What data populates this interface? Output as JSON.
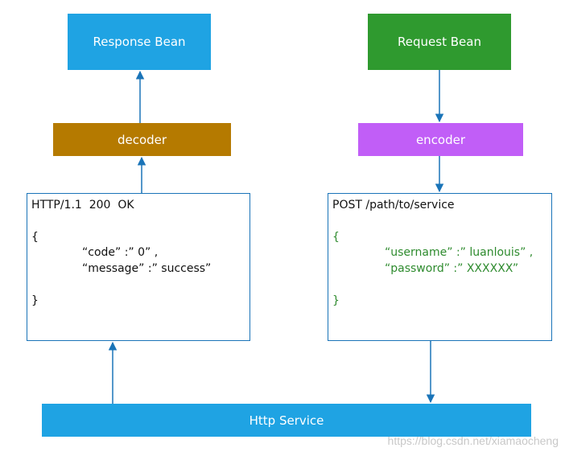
{
  "nodes": {
    "response_bean": "Response Bean",
    "request_bean": "Request Bean",
    "decoder": "decoder",
    "encoder": "encoder",
    "http_service": "Http Service"
  },
  "response_panel": {
    "status_line": "HTTP/1.1  200  OK",
    "open_brace": "{",
    "line1": "“code” :” 0” ,",
    "line2": "“message” :” success”",
    "close_brace": "}"
  },
  "request_panel": {
    "request_line": "POST /path/to/service",
    "open_brace": "{",
    "line1": "“username” :” luanlouis” ,",
    "line2": "“password” :” XXXXXX”",
    "close_brace": "}"
  },
  "colors": {
    "response_bean": "#1fa3e3",
    "request_bean": "#2f9a2f",
    "decoder": "#b57a00",
    "encoder": "#c15ef7",
    "http_service": "#1fa3e3",
    "arrows": "#1a74b8",
    "json_green": "#2e8b2e"
  },
  "watermark": "https://blog.csdn.net/xiamaocheng"
}
